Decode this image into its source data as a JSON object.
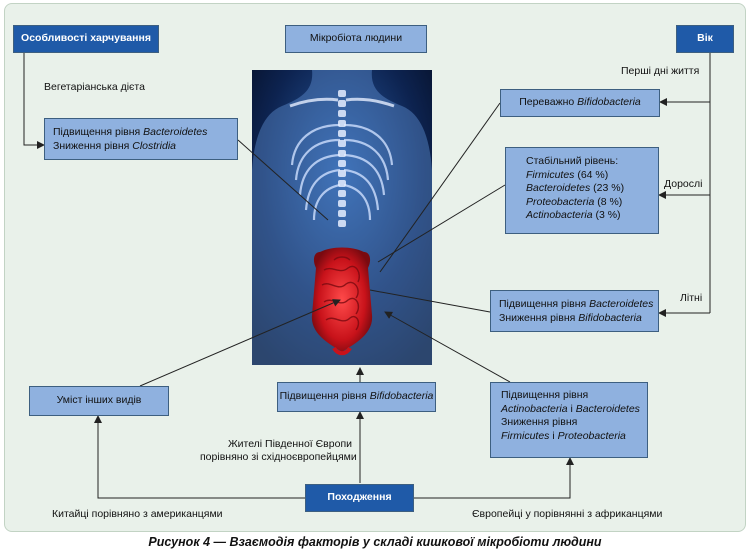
{
  "boxes": {
    "diet": "Особливості харчування",
    "microbiota": "Мікробіота людини",
    "age": "Вік",
    "diet_effect_line1_prefix": "Підвищення рівня ",
    "diet_effect_line1_taxon": "Bacteroidetes",
    "diet_effect_line2_prefix": "Зниження рівня ",
    "diet_effect_line2_taxon": "Clostridia",
    "infant_prefix": "Переважно ",
    "infant_taxon": "Bifidobacteria",
    "adult_title": "Стабільний рівень:",
    "adult_items": [
      {
        "taxon": "Firmicutes",
        "value": " (64 %)"
      },
      {
        "taxon": "Bacteroidetes",
        "value": " (23 %)"
      },
      {
        "taxon": "Proteobacteria",
        "value": " (8 %)"
      },
      {
        "taxon": "Actinobacteria",
        "value": " (3 %)"
      }
    ],
    "elderly_line1_prefix": "Підвищення рівня ",
    "elderly_line1_taxon": "Bacteroidetes",
    "elderly_line2_prefix": "Зниження рівня ",
    "elderly_line2_taxon": "Bifidobacteria",
    "other_species": "Уміст інших видів",
    "south_prefix": "Підвищення рівня ",
    "south_taxon": "Bifidobacteria",
    "europe_line1": "Підвищення рівня",
    "europe_line2_taxon_a": "Actinobacteria",
    "europe_line2_and": " і ",
    "europe_line2_taxon_b": "Bacteroidetes",
    "europe_line3": "Зниження рівня",
    "europe_line4_taxon_a": "Firmicutes",
    "europe_line4_and": " і ",
    "europe_line4_taxon_b": "Proteobacteria",
    "origin": "Походження"
  },
  "labels": {
    "vegetarian": "Вегетаріанська дієта",
    "first_days": "Перші дні життя",
    "adults": "Дорослі",
    "elderly": "Літні",
    "south_europe_line1": "Жителі Південної Європи",
    "south_europe_line2": "порівняно зі східноєвропейцями",
    "china_vs_america": "Китайці порівняно з американцями",
    "europe_vs_africa": "Європейці у порівнянні з африканцями"
  },
  "caption": "Рисунок 4 — Взаємодія факторів у складі кишкової мікробіоти людини",
  "colors": {
    "dark_box": "#1f5aa8",
    "light_box": "#8fb1df",
    "frame": "#e9f1ea",
    "gut": "#d81e1e"
  }
}
